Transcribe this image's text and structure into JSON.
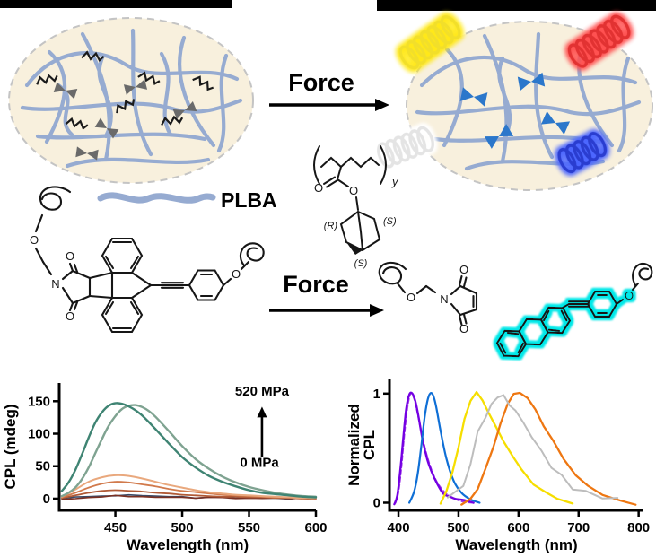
{
  "scheme": {
    "force_top": "Force",
    "force_bottom": "Force",
    "plba_label": "PLBA",
    "monomer": {
      "subscript": "y",
      "stereo": [
        "(R)",
        "(S)",
        "(S)"
      ],
      "carbonyl_o": "O",
      "ester_o": "O"
    },
    "reactant": {
      "chain_o": "O",
      "n": "N",
      "carbonyl_top_o": "O",
      "carbonyl_bottom_o": "O",
      "ether_o": "O"
    },
    "product": {
      "chain_o": "O",
      "n": "N",
      "carbonyl_top_o": "O",
      "carbonyl_bottom_o": "O",
      "ether_o": "O"
    },
    "colors": {
      "bar": "#000000",
      "chain": "#96abd1",
      "vesicle_fill": "#f8f0dd",
      "vesicle_border": "#c4c4c4",
      "mechanophore_closed": "#6a6a6a",
      "mechanophore_open": "#2b77cb",
      "coil_yellow": "#f2df2b",
      "coil_red": "#e23131",
      "coil_white": "#e4e4e4",
      "coil_blue": "#2a3ed0",
      "glow_yellow": "#ffe81a",
      "glow_red": "#ff5050",
      "glow_white": "#ffffff",
      "glow_blue": "#4a66ff",
      "highlight": "#00e8e8"
    }
  },
  "chart_data": [
    {
      "type": "line",
      "title": "",
      "xlabel": "Wavelength (nm)",
      "ylabel": "CPL (mdeg)",
      "xlim": [
        408,
        600
      ],
      "ylim": [
        -18,
        178
      ],
      "xticks": [
        450,
        500,
        550,
        600
      ],
      "yticks": [
        0,
        50,
        100,
        150
      ],
      "grid": false,
      "annotations": [
        {
          "text": "520 MPa",
          "fx": 0.79,
          "fy": 0.1
        },
        {
          "text": "0 MPa",
          "fx": 0.78,
          "fy": 0.66
        }
      ],
      "arrow": {
        "fx": 0.79,
        "fy_from": 0.58,
        "fy_to": 0.2
      },
      "series": [
        {
          "name": "0MPa-dark",
          "color": "#3a4a66",
          "width": 1.6,
          "jag": true,
          "noise": 1.3,
          "x": [
            410,
            420,
            430,
            440,
            450,
            460,
            470,
            480,
            490,
            500,
            510,
            520,
            530,
            540,
            550,
            560,
            570,
            580,
            590,
            600
          ],
          "y": [
            1,
            2,
            3,
            4,
            5,
            5,
            4,
            4,
            3,
            3,
            2,
            2,
            2,
            1,
            1,
            1,
            1,
            0,
            0,
            0
          ]
        },
        {
          "name": "0MPa-red",
          "color": "#7a3023",
          "width": 1.6,
          "jag": true,
          "noise": 1.2,
          "x": [
            410,
            420,
            430,
            440,
            450,
            460,
            470,
            480,
            490,
            500,
            510,
            520,
            530,
            540,
            550,
            560,
            570,
            580,
            590,
            600
          ],
          "y": [
            0,
            1,
            2,
            3,
            4,
            3,
            3,
            2,
            2,
            2,
            1,
            1,
            1,
            1,
            0,
            0,
            0,
            0,
            0,
            0
          ]
        },
        {
          "name": "intermediate-1",
          "color": "#b05a36",
          "width": 1.8,
          "x": [
            410,
            420,
            430,
            440,
            450,
            460,
            470,
            480,
            490,
            500,
            510,
            520,
            530,
            540,
            550,
            560,
            570,
            580,
            590,
            600
          ],
          "y": [
            1,
            5,
            9,
            12,
            13,
            12,
            11,
            9,
            8,
            6,
            5,
            4,
            3,
            3,
            2,
            2,
            1,
            1,
            0,
            0
          ]
        },
        {
          "name": "intermediate-2",
          "color": "#d17a4c",
          "width": 1.8,
          "x": [
            410,
            420,
            430,
            440,
            450,
            460,
            470,
            480,
            490,
            500,
            510,
            520,
            530,
            540,
            550,
            560,
            570,
            580,
            590,
            600
          ],
          "y": [
            2,
            9,
            17,
            23,
            26,
            25,
            22,
            19,
            15,
            12,
            10,
            8,
            6,
            5,
            4,
            3,
            2,
            2,
            1,
            1
          ]
        },
        {
          "name": "intermediate-3",
          "color": "#e9a87d",
          "width": 2,
          "x": [
            410,
            420,
            430,
            440,
            450,
            460,
            470,
            480,
            490,
            500,
            510,
            520,
            530,
            540,
            550,
            560,
            570,
            580,
            590,
            600
          ],
          "y": [
            3,
            14,
            26,
            33,
            36,
            35,
            31,
            26,
            21,
            17,
            13,
            10,
            8,
            6,
            5,
            4,
            3,
            2,
            1,
            1
          ]
        },
        {
          "name": "520MPa-light",
          "color": "#7fa391",
          "width": 2.4,
          "x": [
            410,
            415,
            420,
            425,
            430,
            435,
            440,
            445,
            450,
            455,
            460,
            465,
            470,
            475,
            480,
            490,
            500,
            510,
            520,
            530,
            540,
            550,
            560,
            570,
            580,
            590,
            600
          ],
          "y": [
            4,
            9,
            17,
            30,
            48,
            70,
            92,
            112,
            127,
            138,
            143,
            144,
            141,
            135,
            126,
            104,
            81,
            61,
            46,
            34,
            25,
            18,
            13,
            9,
            6,
            4,
            3
          ]
        },
        {
          "name": "520MPa",
          "color": "#3f8473",
          "width": 2.4,
          "x": [
            410,
            415,
            420,
            425,
            430,
            435,
            440,
            445,
            450,
            455,
            460,
            465,
            470,
            475,
            480,
            490,
            500,
            510,
            520,
            530,
            540,
            550,
            560,
            570,
            580,
            590,
            600
          ],
          "y": [
            12,
            25,
            44,
            68,
            94,
            117,
            133,
            143,
            147,
            146,
            142,
            136,
            128,
            118,
            107,
            85,
            64,
            48,
            35,
            26,
            19,
            13,
            9,
            7,
            5,
            3,
            2
          ]
        }
      ]
    },
    {
      "type": "line",
      "title": "",
      "xlabel": "Wavelength (nm)",
      "ylabel": "Normalized CPL",
      "ylabel_lines": [
        "Normalized",
        "CPL"
      ],
      "xlim": [
        385,
        808
      ],
      "ylim": [
        -0.07,
        1.13
      ],
      "xticks": [
        400,
        500,
        600,
        700,
        800
      ],
      "yticks": [
        0,
        1
      ],
      "grid": false,
      "series": [
        {
          "name": "violet-420-dashed",
          "color": "#a13ce8",
          "width": 2,
          "dash": "5 3",
          "x": [
            395,
            400,
            405,
            410,
            415,
            420,
            425,
            430,
            437,
            445,
            455,
            465,
            478,
            492,
            508,
            525
          ],
          "y": [
            0,
            0.1,
            0.34,
            0.64,
            0.88,
            1,
            0.97,
            0.87,
            0.68,
            0.48,
            0.3,
            0.18,
            0.09,
            0.04,
            0.01,
            0
          ]
        },
        {
          "name": "purple-418",
          "color": "#7400e3",
          "width": 2.3,
          "noise": 0.015,
          "x": [
            393,
            398,
            403,
            408,
            413,
            418,
            423,
            428,
            433,
            440,
            448,
            456,
            465,
            475,
            485,
            495,
            510,
            525
          ],
          "y": [
            0,
            0.08,
            0.3,
            0.6,
            0.85,
            0.99,
            1,
            0.93,
            0.8,
            0.58,
            0.4,
            0.26,
            0.16,
            0.09,
            0.05,
            0.03,
            0.01,
            0
          ]
        },
        {
          "name": "blue-452",
          "color": "#0f6fd6",
          "width": 2.2,
          "x": [
            418,
            426,
            432,
            438,
            444,
            450,
            456,
            462,
            470,
            480,
            492,
            505,
            520,
            535
          ],
          "y": [
            0,
            0.1,
            0.26,
            0.52,
            0.8,
            0.97,
            1,
            0.9,
            0.66,
            0.4,
            0.2,
            0.09,
            0.03,
            0
          ]
        },
        {
          "name": "yellow-528",
          "color": "#f6de00",
          "width": 2.3,
          "jag": true,
          "noise": 0.015,
          "x": [
            470,
            480,
            490,
            500,
            510,
            520,
            530,
            540,
            550,
            562,
            575,
            590,
            605,
            625,
            645,
            665,
            690
          ],
          "y": [
            0,
            0.1,
            0.28,
            0.52,
            0.78,
            0.94,
            1,
            0.94,
            0.84,
            0.7,
            0.56,
            0.42,
            0.3,
            0.18,
            0.1,
            0.04,
            0
          ]
        },
        {
          "name": "orange-600",
          "color": "#ee7712",
          "width": 2.3,
          "jag": true,
          "noise": 0.02,
          "x": [
            505,
            520,
            532,
            545,
            558,
            570,
            582,
            592,
            602,
            615,
            628,
            642,
            658,
            675,
            695,
            715,
            740,
            770,
            795
          ],
          "y": [
            0,
            0.05,
            0.14,
            0.3,
            0.52,
            0.74,
            0.9,
            0.98,
            1,
            0.94,
            0.84,
            0.7,
            0.55,
            0.4,
            0.26,
            0.15,
            0.07,
            0.02,
            0
          ]
        },
        {
          "name": "gray-565",
          "color": "#bdbdbd",
          "width": 2,
          "jag": true,
          "noise": 0.05,
          "x": [
            482,
            495,
            508,
            520,
            532,
            545,
            555,
            565,
            575,
            585,
            595,
            608,
            622,
            638,
            655,
            672,
            690,
            712,
            740,
            765
          ],
          "y": [
            0,
            0.07,
            0.2,
            0.4,
            0.62,
            0.82,
            0.93,
            1,
            0.97,
            0.9,
            0.82,
            0.7,
            0.58,
            0.44,
            0.32,
            0.22,
            0.14,
            0.07,
            0.02,
            0
          ]
        }
      ]
    }
  ]
}
